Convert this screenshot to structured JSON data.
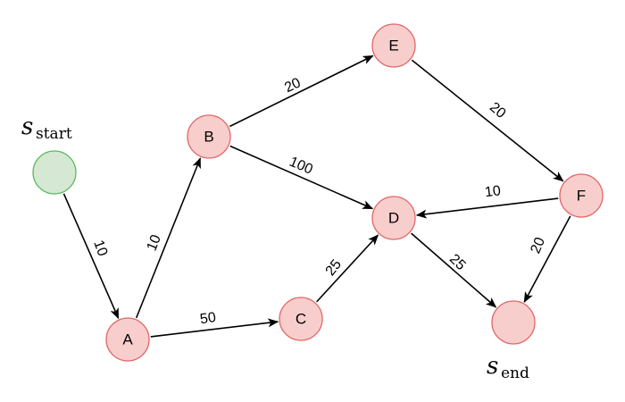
{
  "colors": {
    "node_fill": "#f8cecc",
    "node_stroke": "#e06666",
    "start_fill": "#d5e8d4",
    "start_stroke": "#5cb85c",
    "edge": "#000000"
  },
  "labels": {
    "start_main": "s",
    "start_sub": "start",
    "end_main": "s",
    "end_sub": "end"
  },
  "nodes": [
    {
      "id": "start",
      "label": "",
      "kind": "start"
    },
    {
      "id": "A",
      "label": "A",
      "kind": "normal"
    },
    {
      "id": "B",
      "label": "B",
      "kind": "normal"
    },
    {
      "id": "C",
      "label": "C",
      "kind": "normal"
    },
    {
      "id": "D",
      "label": "D",
      "kind": "normal"
    },
    {
      "id": "E",
      "label": "E",
      "kind": "normal"
    },
    {
      "id": "F",
      "label": "F",
      "kind": "normal"
    },
    {
      "id": "end",
      "label": "",
      "kind": "normal"
    }
  ],
  "edges": [
    {
      "from": "start",
      "to": "A",
      "weight": "10"
    },
    {
      "from": "A",
      "to": "B",
      "weight": "10"
    },
    {
      "from": "A",
      "to": "C",
      "weight": "50"
    },
    {
      "from": "B",
      "to": "E",
      "weight": "20"
    },
    {
      "from": "B",
      "to": "D",
      "weight": "100"
    },
    {
      "from": "C",
      "to": "D",
      "weight": "25"
    },
    {
      "from": "E",
      "to": "F",
      "weight": "20"
    },
    {
      "from": "F",
      "to": "D",
      "weight": "10"
    },
    {
      "from": "D",
      "to": "end",
      "weight": "25"
    },
    {
      "from": "F",
      "to": "end",
      "weight": "20"
    }
  ]
}
